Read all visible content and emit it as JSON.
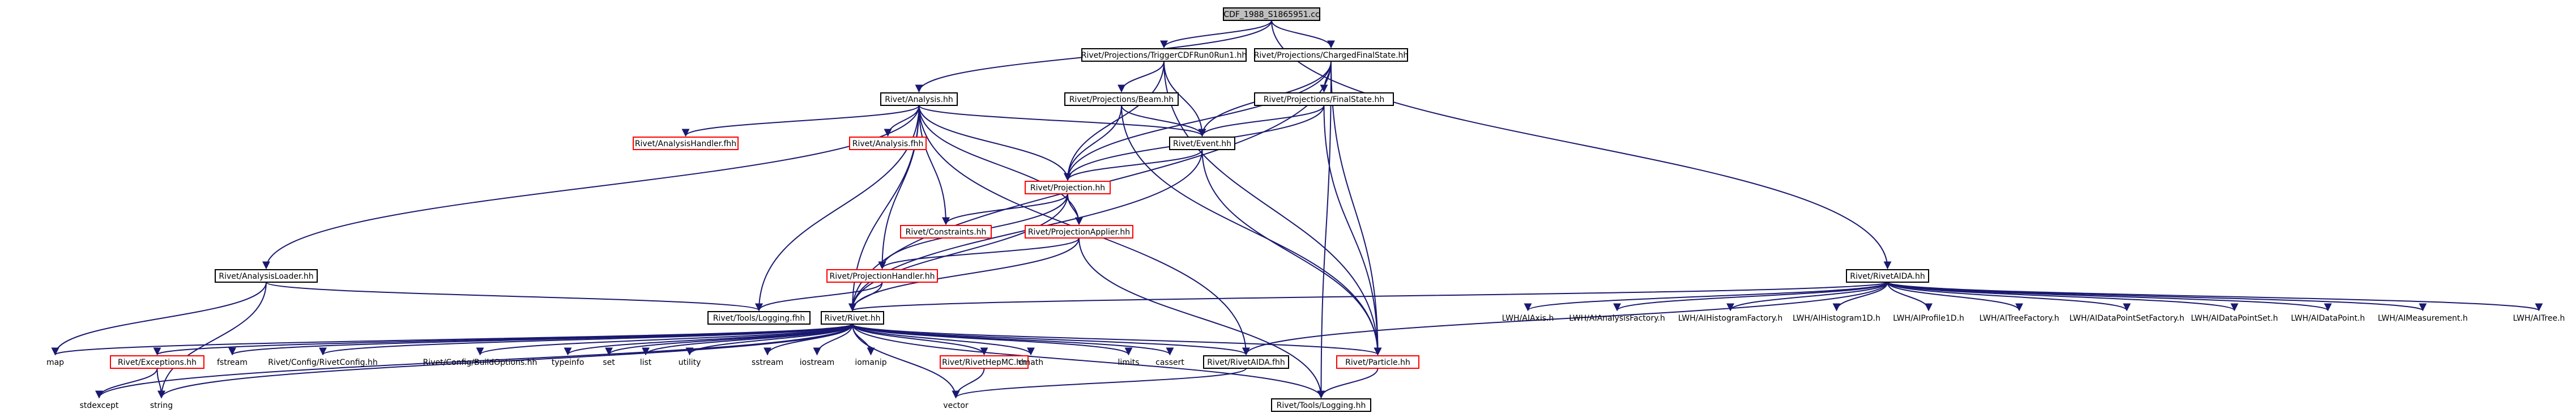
{
  "nodes": [
    {
      "id": "root",
      "label": "CDF_1988_S1865951.cc",
      "style": "root"
    },
    {
      "id": "trigger",
      "label": "Rivet/Projections/TriggerCDFRun0Run1.hh",
      "style": "black"
    },
    {
      "id": "cfs",
      "label": "Rivet/Projections/ChargedFinalState.hh",
      "style": "black"
    },
    {
      "id": "analysis",
      "label": "Rivet/Analysis.hh",
      "style": "black"
    },
    {
      "id": "beam",
      "label": "Rivet/Projections/Beam.hh",
      "style": "black"
    },
    {
      "id": "fs",
      "label": "Rivet/Projections/FinalState.hh",
      "style": "black"
    },
    {
      "id": "handler",
      "label": "Rivet/AnalysisHandler.fhh",
      "style": "red"
    },
    {
      "id": "analysisfhh",
      "label": "Rivet/Analysis.fhh",
      "style": "red"
    },
    {
      "id": "event",
      "label": "Rivet/Event.hh",
      "style": "black"
    },
    {
      "id": "projection",
      "label": "Rivet/Projection.hh",
      "style": "red"
    },
    {
      "id": "constraints",
      "label": "Rivet/Constraints.hh",
      "style": "red"
    },
    {
      "id": "projapplier",
      "label": "Rivet/ProjectionApplier.hh",
      "style": "red"
    },
    {
      "id": "projhandler",
      "label": "Rivet/ProjectionHandler.hh",
      "style": "red"
    },
    {
      "id": "loader",
      "label": "Rivet/AnalysisLoader.hh",
      "style": "black"
    },
    {
      "id": "toolslogfhh",
      "label": "Rivet/Tools/Logging.fhh",
      "style": "black"
    },
    {
      "id": "rivethh",
      "label": "Rivet/Rivet.hh",
      "style": "black"
    },
    {
      "id": "rivetaida",
      "label": "Rivet/RivetAIDA.hh",
      "style": "black"
    },
    {
      "id": "map",
      "label": "map",
      "style": "plain"
    },
    {
      "id": "exceptions",
      "label": "Rivet/Exceptions.hh",
      "style": "red"
    },
    {
      "id": "fstream",
      "label": "fstream",
      "style": "plain"
    },
    {
      "id": "rivetconfig",
      "label": "Rivet/Config/RivetConfig.hh",
      "style": "plain"
    },
    {
      "id": "buildoptions",
      "label": "Rivet/Config/BuildOptions.hh",
      "style": "plain"
    },
    {
      "id": "typeinfo",
      "label": "typeinfo",
      "style": "plain"
    },
    {
      "id": "set",
      "label": "set",
      "style": "plain"
    },
    {
      "id": "list",
      "label": "list",
      "style": "plain"
    },
    {
      "id": "utility",
      "label": "utility",
      "style": "plain"
    },
    {
      "id": "sstream",
      "label": "sstream",
      "style": "plain"
    },
    {
      "id": "iostream",
      "label": "iostream",
      "style": "plain"
    },
    {
      "id": "iomanip",
      "label": "iomanip",
      "style": "plain"
    },
    {
      "id": "hepmc",
      "label": "Rivet/RivetHepMC.hh",
      "style": "red"
    },
    {
      "id": "cmath",
      "label": "cmath",
      "style": "plain"
    },
    {
      "id": "limits",
      "label": "limits",
      "style": "plain"
    },
    {
      "id": "cassert",
      "label": "cassert",
      "style": "plain"
    },
    {
      "id": "rivetaidafhh",
      "label": "Rivet/RivetAIDA.fhh",
      "style": "black"
    },
    {
      "id": "particle",
      "label": "Rivet/Particle.hh",
      "style": "red"
    },
    {
      "id": "stdexcept",
      "label": "stdexcept",
      "style": "plain"
    },
    {
      "id": "string",
      "label": "string",
      "style": "plain"
    },
    {
      "id": "vector",
      "label": "vector",
      "style": "plain"
    },
    {
      "id": "toolslogging",
      "label": "Rivet/Tools/Logging.hh",
      "style": "black"
    },
    {
      "id": "iaxis",
      "label": "LWH/AIAxis.h",
      "style": "plain"
    },
    {
      "id": "ianalysisfactory",
      "label": "LWH/AIAnalysisFactory.h",
      "style": "plain"
    },
    {
      "id": "ihistogramfactory",
      "label": "LWH/AIHistogramFactory.h",
      "style": "plain"
    },
    {
      "id": "ihistogram1d",
      "label": "LWH/AIHistogram1D.h",
      "style": "plain"
    },
    {
      "id": "iprofile1d",
      "label": "LWH/AIProfile1D.h",
      "style": "plain"
    },
    {
      "id": "itreefactory",
      "label": "LWH/AITreeFactory.h",
      "style": "plain"
    },
    {
      "id": "idpsfactory",
      "label": "LWH/AIDataPointSetFactory.h",
      "style": "plain"
    },
    {
      "id": "idps",
      "label": "LWH/AIDataPointSet.h",
      "style": "plain"
    },
    {
      "id": "idp",
      "label": "LWH/AIDataPoint.h",
      "style": "plain"
    },
    {
      "id": "imeasurement",
      "label": "LWH/AIMeasurement.h",
      "style": "plain"
    },
    {
      "id": "itree",
      "label": "LWH/AITree.h",
      "style": "plain"
    }
  ],
  "edges": [
    [
      "root",
      "trigger"
    ],
    [
      "root",
      "cfs"
    ],
    [
      "root",
      "analysis"
    ],
    [
      "root",
      "rivetaida"
    ],
    [
      "trigger",
      "beam"
    ],
    [
      "trigger",
      "event"
    ],
    [
      "trigger",
      "particle"
    ],
    [
      "trigger",
      "projection"
    ],
    [
      "cfs",
      "fs"
    ],
    [
      "cfs",
      "event"
    ],
    [
      "cfs",
      "projection"
    ],
    [
      "cfs",
      "rivethh"
    ],
    [
      "cfs",
      "particle"
    ],
    [
      "cfs",
      "toolslogging"
    ],
    [
      "beam",
      "event"
    ],
    [
      "beam",
      "projection"
    ],
    [
      "beam",
      "particle"
    ],
    [
      "fs",
      "event"
    ],
    [
      "fs",
      "projection"
    ],
    [
      "fs",
      "particle"
    ],
    [
      "analysis",
      "handler"
    ],
    [
      "analysis",
      "analysisfhh"
    ],
    [
      "analysis",
      "event"
    ],
    [
      "analysis",
      "projection"
    ],
    [
      "analysis",
      "constraints"
    ],
    [
      "analysis",
      "projapplier"
    ],
    [
      "analysis",
      "projhandler"
    ],
    [
      "analysis",
      "loader"
    ],
    [
      "analysis",
      "toolslogfhh"
    ],
    [
      "analysis",
      "rivethh"
    ],
    [
      "analysis",
      "rivetaidafhh"
    ],
    [
      "event",
      "projection"
    ],
    [
      "event",
      "rivethh"
    ],
    [
      "event",
      "particle"
    ],
    [
      "projection",
      "constraints"
    ],
    [
      "projection",
      "projapplier"
    ],
    [
      "projection",
      "projhandler"
    ],
    [
      "projection",
      "rivethh"
    ],
    [
      "projapplier",
      "projhandler"
    ],
    [
      "projapplier",
      "rivethh"
    ],
    [
      "projapplier",
      "toolslogging"
    ],
    [
      "projhandler",
      "toolslogfhh"
    ],
    [
      "projhandler",
      "rivethh"
    ],
    [
      "loader",
      "toolslogfhh"
    ],
    [
      "loader",
      "map"
    ],
    [
      "loader",
      "string"
    ],
    [
      "rivethh",
      "map"
    ],
    [
      "rivethh",
      "exceptions"
    ],
    [
      "rivethh",
      "fstream"
    ],
    [
      "rivethh",
      "rivetconfig"
    ],
    [
      "rivethh",
      "buildoptions"
    ],
    [
      "rivethh",
      "typeinfo"
    ],
    [
      "rivethh",
      "set"
    ],
    [
      "rivethh",
      "list"
    ],
    [
      "rivethh",
      "utility"
    ],
    [
      "rivethh",
      "sstream"
    ],
    [
      "rivethh",
      "iostream"
    ],
    [
      "rivethh",
      "iomanip"
    ],
    [
      "rivethh",
      "hepmc"
    ],
    [
      "rivethh",
      "cmath"
    ],
    [
      "rivethh",
      "limits"
    ],
    [
      "rivethh",
      "cassert"
    ],
    [
      "rivethh",
      "rivetaidafhh"
    ],
    [
      "rivethh",
      "particle"
    ],
    [
      "rivethh",
      "stdexcept"
    ],
    [
      "rivethh",
      "string"
    ],
    [
      "rivethh",
      "vector"
    ],
    [
      "rivethh",
      "toolslogging"
    ],
    [
      "exceptions",
      "stdexcept"
    ],
    [
      "exceptions",
      "string"
    ],
    [
      "hepmc",
      "vector"
    ],
    [
      "rivetaidafhh",
      "vector"
    ],
    [
      "particle",
      "toolslogging"
    ],
    [
      "rivetaida",
      "rivethh"
    ],
    [
      "rivetaida",
      "rivetaidafhh"
    ],
    [
      "rivetaida",
      "iaxis"
    ],
    [
      "rivetaida",
      "ianalysisfactory"
    ],
    [
      "rivetaida",
      "ihistogramfactory"
    ],
    [
      "rivetaida",
      "ihistogram1d"
    ],
    [
      "rivetaida",
      "iprofile1d"
    ],
    [
      "rivetaida",
      "itreefactory"
    ],
    [
      "rivetaida",
      "idpsfactory"
    ],
    [
      "rivetaida",
      "idps"
    ],
    [
      "rivetaida",
      "idp"
    ],
    [
      "rivetaida",
      "imeasurement"
    ],
    [
      "rivetaida",
      "itree"
    ]
  ]
}
